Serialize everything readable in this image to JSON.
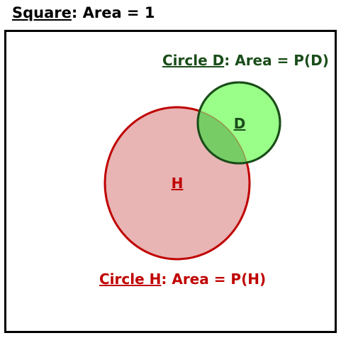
{
  "square_label": {
    "name": "Square",
    "rest": ": Area = 1"
  },
  "circle_d_label": {
    "name": "Circle D",
    "rest": ": Area = P(D)"
  },
  "circle_h_label": {
    "name": "Circle H",
    "rest": ": Area = P(H)"
  },
  "circle_d_letter": "D",
  "circle_h_letter": "H",
  "colors": {
    "square_text": "#000000",
    "square_border": "#000000",
    "circle_d_fill": "#99ff88",
    "circle_d_stroke": "#1a4d1a",
    "circle_d_text": "#1a4d1a",
    "circle_h_fill": "#e8b4b4",
    "circle_h_stroke": "#c00000",
    "circle_h_text": "#c00000",
    "overlap_fill": "#77cc66"
  }
}
